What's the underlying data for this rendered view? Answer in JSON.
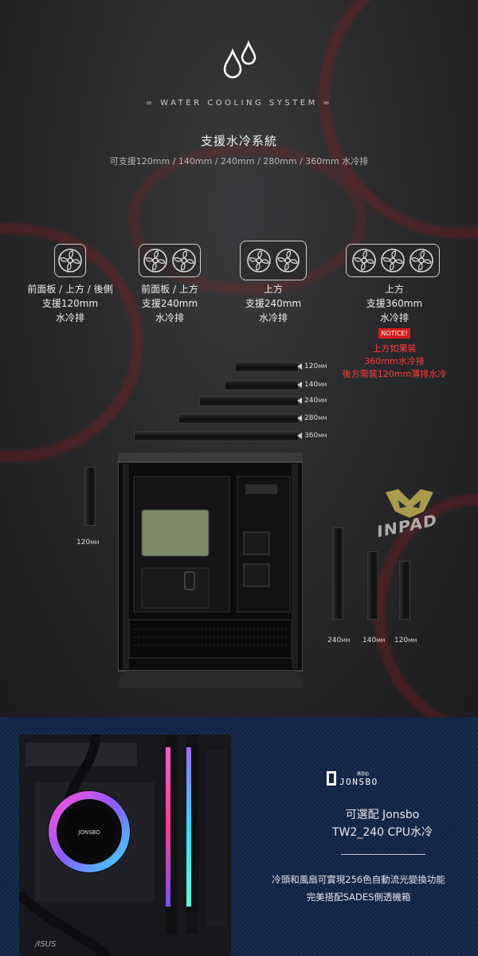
{
  "header": {
    "system_label": "= WATER COOLING SYSTEM =",
    "title": "支援水冷系統",
    "subtitle": "可支援120mm / 140mm / 240mm / 280mm / 360mm 水冷排"
  },
  "support_options": [
    {
      "line1": "前面板 / 上方 / 後側",
      "line2": "支援120mm",
      "line3": "水冷排"
    },
    {
      "line1": "前面板 / 上方",
      "line2": "支援240mm",
      "line3": "水冷排"
    },
    {
      "line1": "上方",
      "line2": "支援240mm",
      "line3": "水冷排"
    },
    {
      "line1": "上方",
      "line2": "支援360mm",
      "line3": "水冷排"
    }
  ],
  "notice": {
    "badge": "NOTICE!",
    "line1": "上方如果裝",
    "line2": "360mm水冷排",
    "line3": "後方需裝120mm薄排水冷"
  },
  "radiator_sizes": {
    "top": [
      {
        "num": "120",
        "unit": "MM"
      },
      {
        "num": "140",
        "unit": "MM"
      },
      {
        "num": "240",
        "unit": "MM"
      },
      {
        "num": "280",
        "unit": "MM"
      },
      {
        "num": "360",
        "unit": "MM"
      }
    ],
    "left": {
      "num": "120",
      "unit": "MM"
    },
    "front": [
      {
        "num": "240",
        "unit": "MM"
      },
      {
        "num": "140",
        "unit": "MM"
      },
      {
        "num": "120",
        "unit": "MM"
      }
    ]
  },
  "watermark": "INPAD",
  "promo": {
    "brand": "JONSBO",
    "brand_small": "喬思伯",
    "option_line1": "可選配 Jonsbo",
    "option_line2": "TW2_240 CPU水冷",
    "desc_line1": "冷頭和風扇可實現256色自動流光變換功能",
    "desc_line2": "完美搭配SADES側透機箱",
    "pump_logo": "JONSBO",
    "board_brand": "/ISUS"
  },
  "colors": {
    "accent_red": "#ff3b3b",
    "notice_bg": "#d61e1e",
    "promo_bg": "#12274a"
  }
}
